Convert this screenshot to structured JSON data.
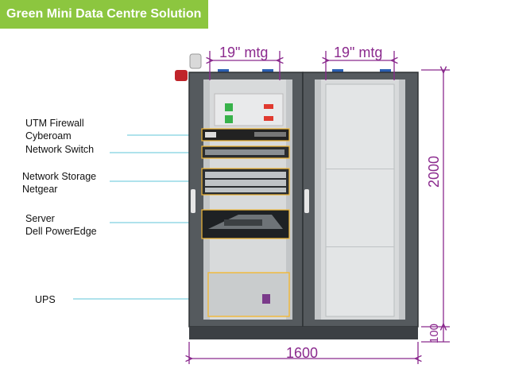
{
  "title": "Green Mini Data Centre Solution",
  "labels": {
    "utm_line1": "UTM Firewall",
    "utm_line2": "Cyberoam",
    "switch": "Network Switch",
    "storage_line1": "Network Storage",
    "storage_line2": "Netgear",
    "server_line1": "Server",
    "server_line2": "Dell PowerEdge",
    "ups": "UPS"
  },
  "dimensions": {
    "mtg_left": "19\" mtg",
    "mtg_right": "19\" mtg",
    "height": "2000",
    "base": "100",
    "width": "1600"
  },
  "colors": {
    "banner": "#8cc63f",
    "dimension": "#8b2a8e",
    "leader": "#7fd0e0",
    "highlight": "#f2b836"
  }
}
